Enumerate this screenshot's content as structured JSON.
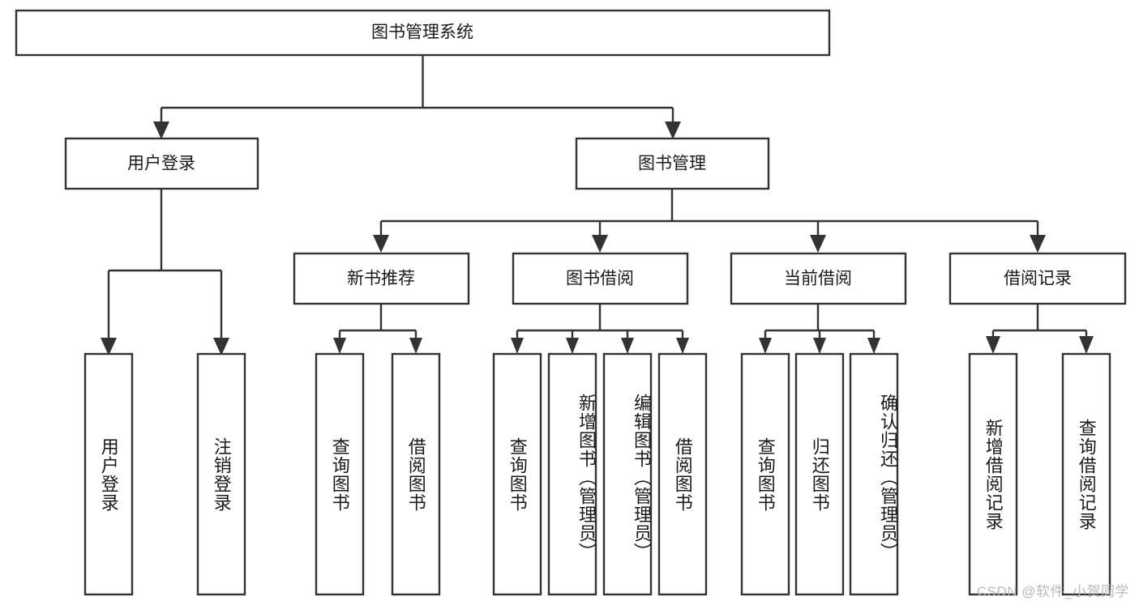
{
  "diagram": {
    "type": "tree",
    "title": "图书管理系统",
    "watermark": "CSDN @软件_小贺同学",
    "colors": {
      "box_stroke": "#333333",
      "box_fill": "#ffffff",
      "text": "#1a1a1a",
      "watermark": "#b9b9b9",
      "background": "#ffffff"
    },
    "levels": {
      "root": "图书管理系统",
      "level2": [
        "用户登录",
        "图书管理"
      ],
      "level3": [
        "新书推荐",
        "图书借阅",
        "当前借阅",
        "借阅记录"
      ]
    },
    "nodes": {
      "root": {
        "label": "图书管理系统"
      },
      "user_login": {
        "label": "用户登录"
      },
      "book_manage": {
        "label": "图书管理"
      },
      "new_book_rec": {
        "label": "新书推荐"
      },
      "book_borrow": {
        "label": "图书借阅"
      },
      "current_borrow": {
        "label": "当前借阅"
      },
      "borrow_record": {
        "label": "借阅记录"
      }
    },
    "leaves": {
      "user_login": [
        {
          "label": "用户登录"
        },
        {
          "label": "注销登录"
        }
      ],
      "new_book_rec": [
        {
          "label": "查询图书"
        },
        {
          "label": "借阅图书"
        }
      ],
      "book_borrow": [
        {
          "label": "查询图书"
        },
        {
          "label": "新增图书（管理员）"
        },
        {
          "label": "编辑图书（管理员）"
        },
        {
          "label": "借阅图书"
        }
      ],
      "current_borrow": [
        {
          "label": "查询图书"
        },
        {
          "label": "归还图书"
        },
        {
          "label": "确认归还（管理员）"
        }
      ],
      "borrow_record": [
        {
          "label": "新增借阅记录"
        },
        {
          "label": "查询借阅记录"
        }
      ]
    }
  }
}
